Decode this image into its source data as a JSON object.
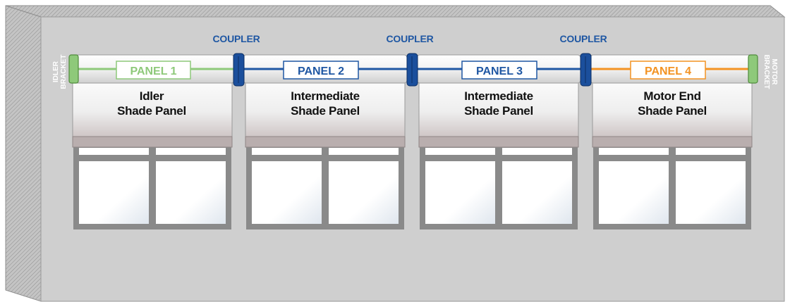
{
  "colors": {
    "wall": "#cfcfcf",
    "wall_hatch": "#9a9a9a",
    "idler": "#8ec97a",
    "blue": "#1f57a3",
    "motor": "#f39323",
    "coupler_fill": "#1b4f9c",
    "text_dark": "#111111"
  },
  "labels": {
    "idler_bracket": [
      "IDLER",
      "BRACKET"
    ],
    "motor_bracket": [
      "MOTOR",
      "BRACKET"
    ]
  },
  "couplers": [
    {
      "label": "COUPLER"
    },
    {
      "label": "COUPLER"
    },
    {
      "label": "COUPLER"
    }
  ],
  "panels": [
    {
      "tag": "PANEL 1",
      "line1": "Idler",
      "line2": "Shade Panel",
      "color": "#8ec97a"
    },
    {
      "tag": "PANEL 2",
      "line1": "Intermediate",
      "line2": "Shade Panel",
      "color": "#1f57a3"
    },
    {
      "tag": "PANEL 3",
      "line1": "Intermediate",
      "line2": "Shade Panel",
      "color": "#1f57a3"
    },
    {
      "tag": "PANEL 4",
      "line1": "Motor End",
      "line2": "Shade Panel",
      "color": "#f39323"
    }
  ]
}
